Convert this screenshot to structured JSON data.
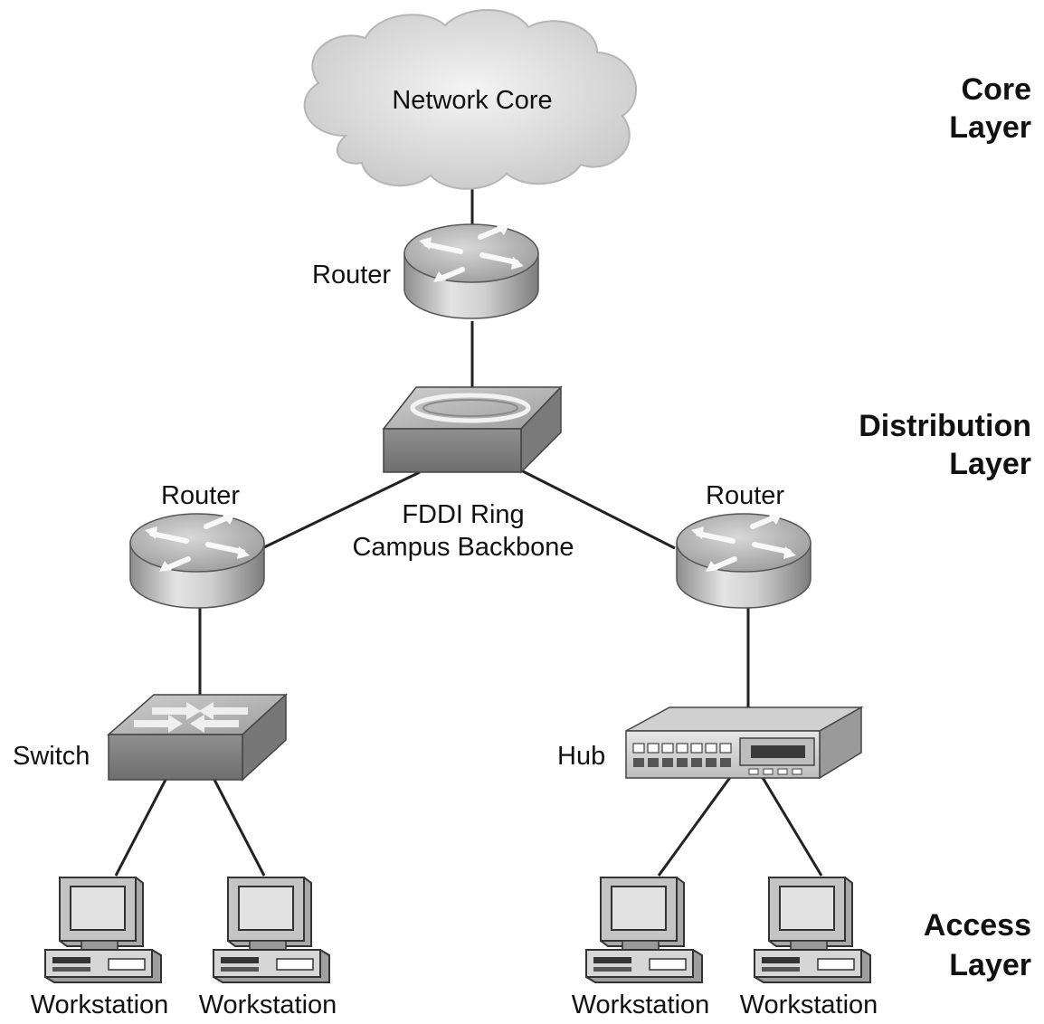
{
  "layers": {
    "core": [
      "Core",
      "Layer"
    ],
    "distribution": [
      "Distribution",
      "Layer"
    ],
    "access": [
      "Access",
      "Layer"
    ]
  },
  "nodes": {
    "cloud": "Network Core",
    "router_top": "Router",
    "fddi": [
      "FDDI Ring",
      "Campus Backbone"
    ],
    "router_left": "Router",
    "router_right": "Router",
    "switch": "Switch",
    "hub": "Hub",
    "workstations": [
      "Workstation",
      "Workstation",
      "Workstation",
      "Workstation"
    ]
  },
  "colors": {
    "line": "#222222",
    "device_gray": "#9a9a9a",
    "device_dark": "#6f6f6f",
    "text": "#111111"
  },
  "icons": [
    "cloud-icon",
    "router-icon",
    "fddi-ring-icon",
    "switch-icon",
    "hub-icon",
    "workstation-icon"
  ]
}
